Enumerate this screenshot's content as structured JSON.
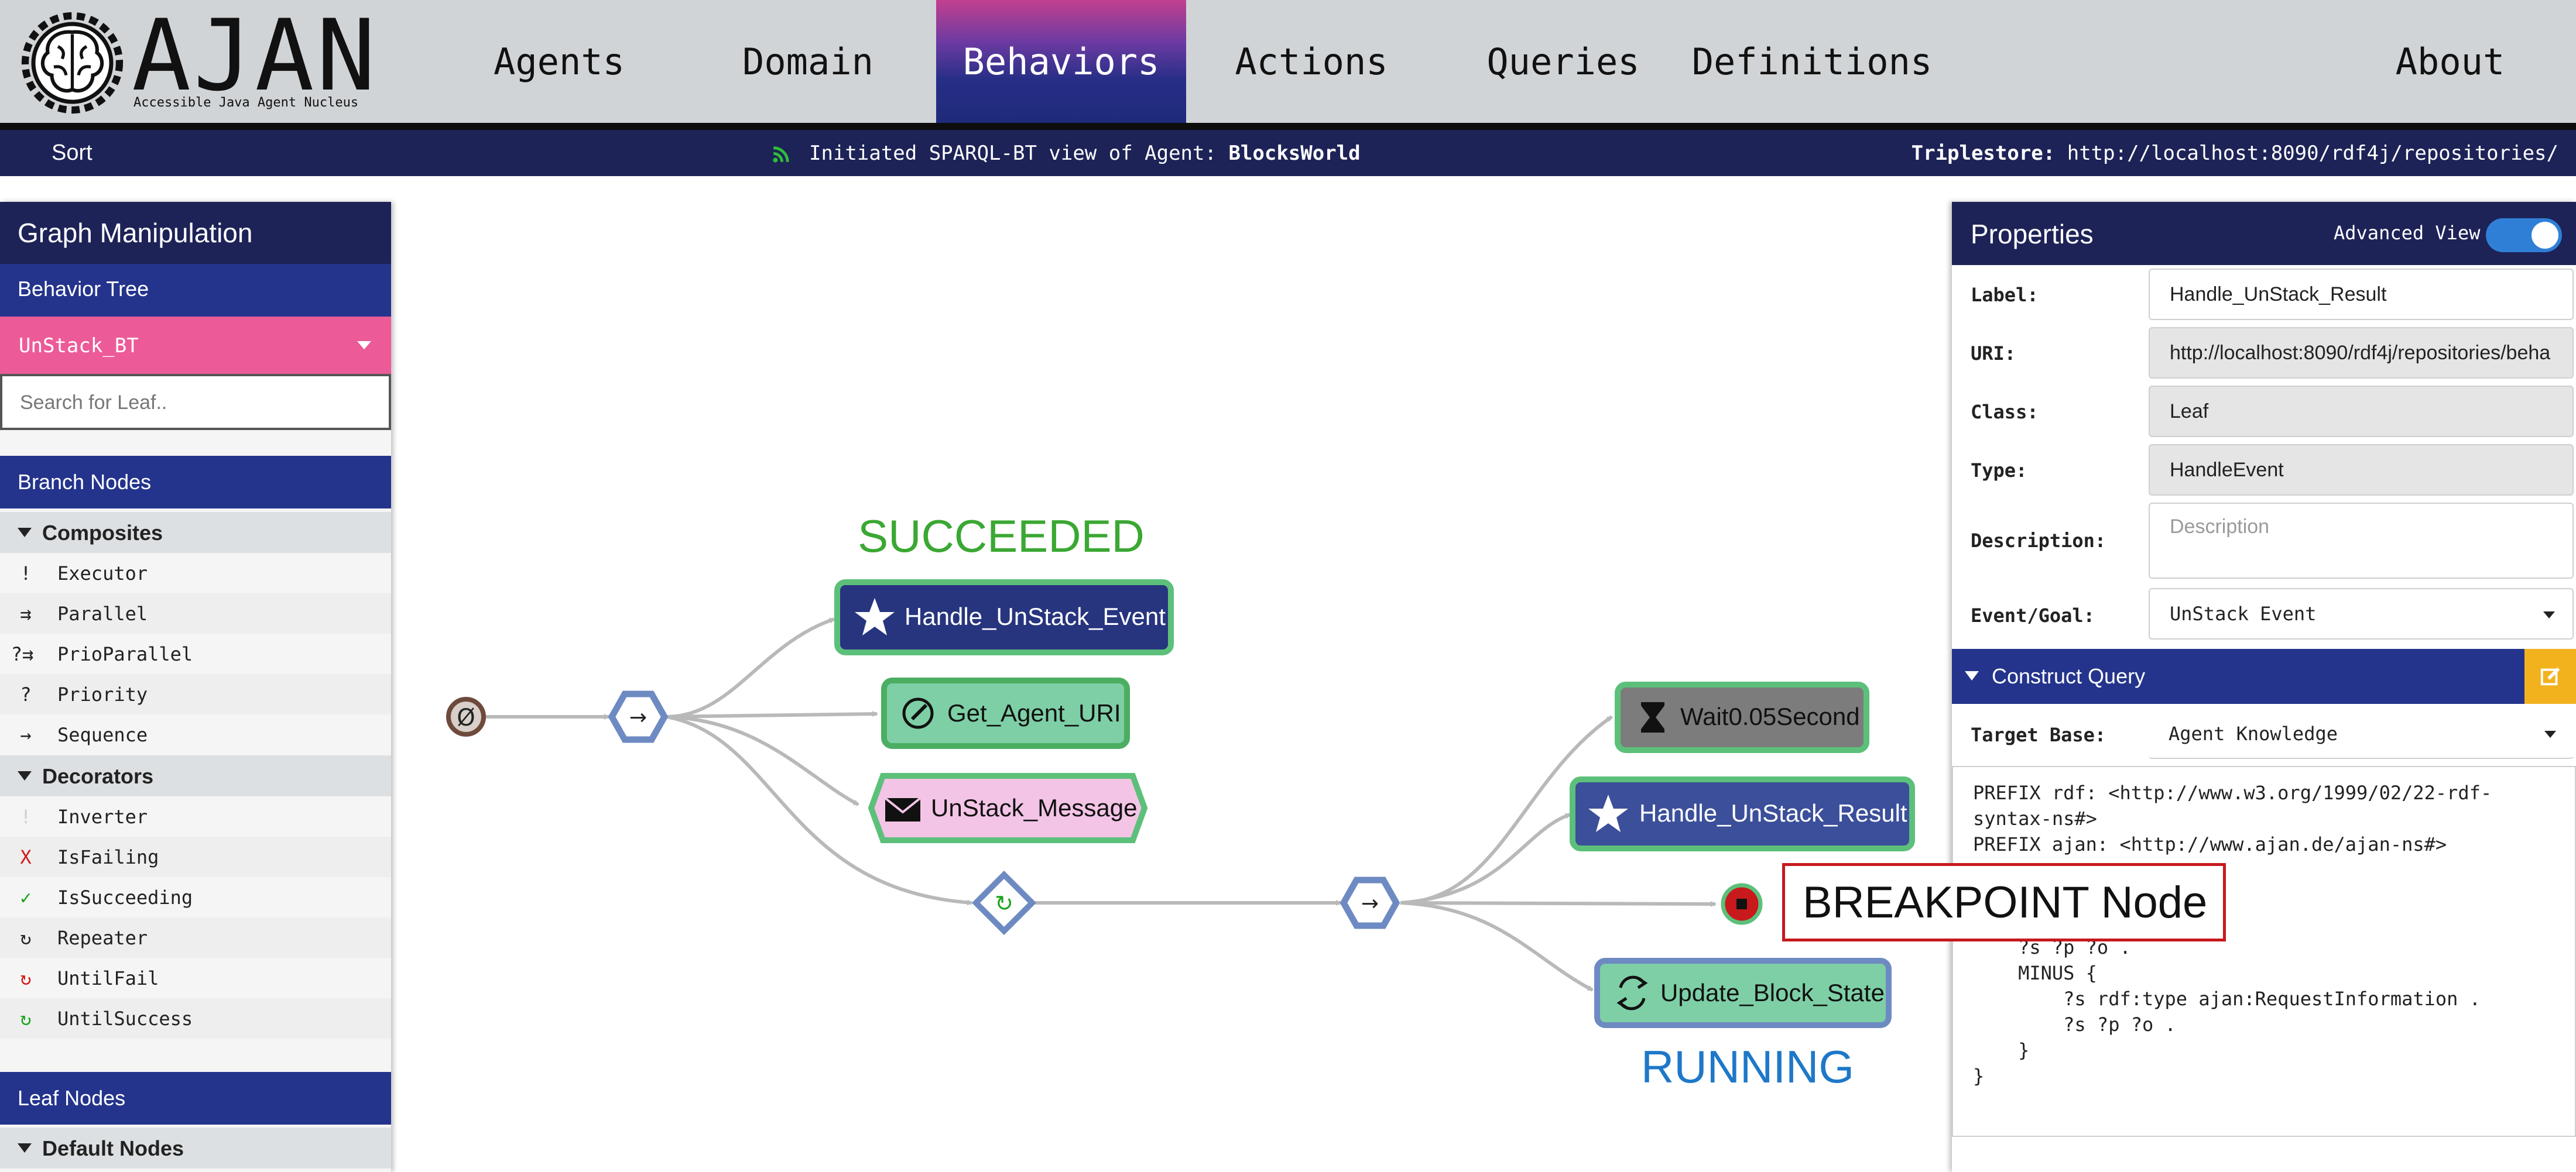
{
  "app": {
    "name": "AJAN",
    "subtitle": "Accessible Java Agent Nucleus"
  },
  "nav": {
    "items": [
      {
        "label": "Agents"
      },
      {
        "label": "Domain"
      },
      {
        "label": "Behaviors"
      },
      {
        "label": "Actions"
      },
      {
        "label": "Queries"
      },
      {
        "label": "Definitions"
      },
      {
        "label": "About"
      }
    ],
    "active": "Behaviors"
  },
  "statusbar": {
    "sort_label": "Sort",
    "message_prefix": "Initiated SPARQL-BT view of Agent: ",
    "agent_name": "BlocksWorld",
    "triplestore_label": "Triplestore:",
    "triplestore_url": "http://localhost:8090/rdf4j/repositories/"
  },
  "left_panel": {
    "title": "Graph Manipulation",
    "behavior_tree_label": "Behavior Tree",
    "selected_tree": "UnStack_BT",
    "search_placeholder": "Search for Leaf..",
    "branch_nodes_label": "Branch Nodes",
    "composites": {
      "label": "Composites",
      "items": [
        {
          "symbol": "!",
          "name": "Executor"
        },
        {
          "symbol": "⇉",
          "name": "Parallel"
        },
        {
          "symbol": "?⇉",
          "name": "PrioParallel"
        },
        {
          "symbol": "?",
          "name": "Priority"
        },
        {
          "symbol": "→",
          "name": "Sequence"
        }
      ]
    },
    "decorators": {
      "label": "Decorators",
      "items": [
        {
          "symbol": "!",
          "name": "Inverter"
        },
        {
          "symbol": "X",
          "name": "IsFailing"
        },
        {
          "symbol": "✓",
          "name": "IsSucceeding"
        },
        {
          "symbol": "↻",
          "name": "Repeater"
        },
        {
          "symbol": "↻",
          "name": "UntilFail"
        },
        {
          "symbol": "↻",
          "name": "UntilSuccess"
        }
      ]
    },
    "leaf_nodes_label": "Leaf Nodes",
    "default_nodes_label": "Default Nodes"
  },
  "graph": {
    "root_symbol": "Ø",
    "status_succeeded": "SUCCEEDED",
    "status_running": "RUNNING",
    "breakpoint_label": "BREAKPOINT Node",
    "nodes": {
      "handle_unstack_event": "Handle_UnStack_Event",
      "get_agent_uri": "Get_Agent_URI",
      "unstack_message": "UnStack_Message",
      "wait": "Wait0.05Second",
      "handle_unstack_result": "Handle_UnStack_Result",
      "update_block_state": "Update_Block_State"
    },
    "colors": {
      "succeeded": "#3aa832",
      "running": "#1e78c8",
      "breakpoint": "#c8191d"
    }
  },
  "right_panel": {
    "title": "Properties",
    "advanced_view_label": "Advanced View",
    "advanced_view_on": true,
    "fields": {
      "label_key": "Label:",
      "label_value": "Handle_UnStack_Result",
      "uri_key": "URI:",
      "uri_value": "http://localhost:8090/rdf4j/repositories/beha",
      "class_key": "Class:",
      "class_value": "Leaf",
      "type_key": "Type:",
      "type_value": "HandleEvent",
      "description_key": "Description:",
      "description_placeholder": "Description",
      "event_key": "Event/Goal:",
      "event_value": "UnStack Event"
    },
    "construct_query_label": "Construct Query",
    "target_base_key": "Target Base:",
    "target_base_value": "Agent Knowledge",
    "query_text": "PREFIX rdf: <http://www.w3.org/1999/02/22-rdf-\nsyntax-ns#>\nPREFIX ajan: <http://www.ajan.de/ajan-ns#>\n\n\nWHERE {\n    ?s ?p ?o .\n    MINUS {\n        ?s rdf:type ajan:RequestInformation .\n        ?s ?p ?o .\n    }\n}"
  }
}
